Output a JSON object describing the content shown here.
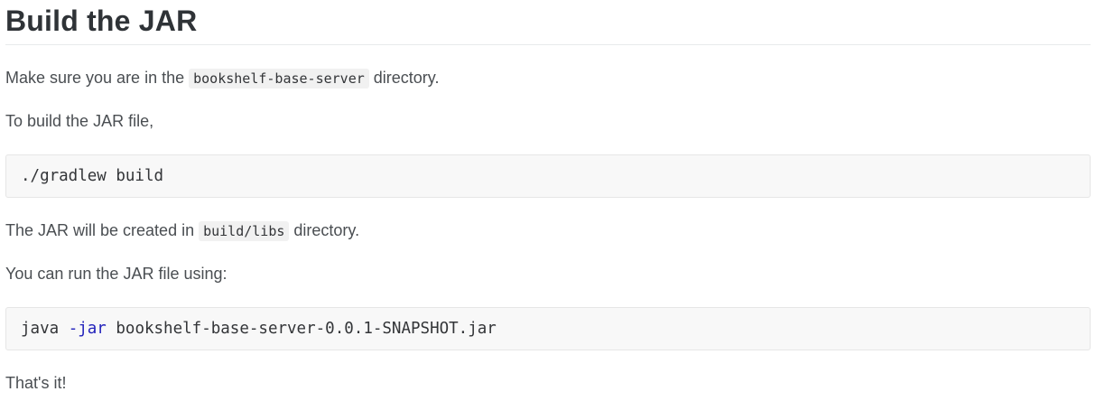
{
  "doc": {
    "heading": "Build the JAR",
    "p1": {
      "before": "Make sure you are in the ",
      "code": "bookshelf-base-server",
      "after": " directory."
    },
    "p2": "To build the JAR file,",
    "code_build": "./gradlew build",
    "p3": {
      "before": "The JAR will be created in ",
      "code": "build/libs",
      "after": " directory."
    },
    "p4": "You can run the JAR file using:",
    "code_run": {
      "cmd": "java ",
      "flag": "-jar",
      "args": " bookshelf-base-server-0.0.1-SNAPSHOT.jar"
    },
    "p5": "That's it!"
  },
  "colors": {
    "heading_text": "#2f3337",
    "body_text": "#4a4e52",
    "code_text": "#333538",
    "flag_blue": "#2222bb",
    "code_bg": "#f8f8f8",
    "code_border": "#e6e6e6",
    "inline_code_bg": "#f1f1f1",
    "rule": "#e8eaec",
    "page_bg": "#ffffff"
  }
}
